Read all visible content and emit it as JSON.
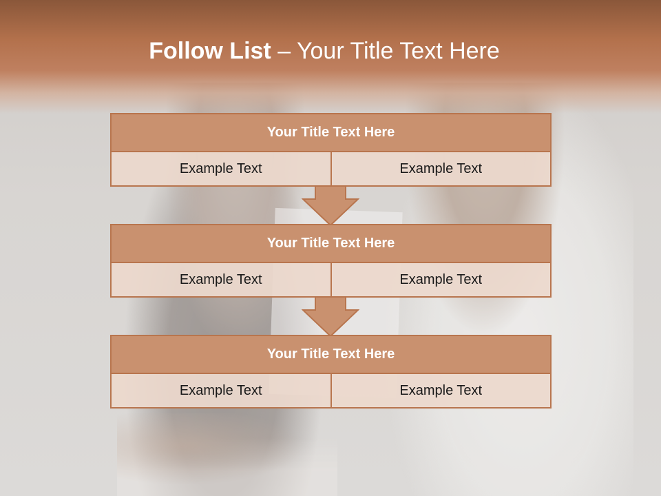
{
  "title": {
    "bold": "Follow List",
    "rest": " – Your Title Text Here"
  },
  "blocks": [
    {
      "title": "Your Title Text Here",
      "left": "Example Text",
      "right": "Example Text"
    },
    {
      "title": "Your Title Text Here",
      "left": "Example Text",
      "right": "Example Text"
    },
    {
      "title": "Your Title Text Here",
      "left": "Example Text",
      "right": "Example Text"
    }
  ],
  "colors": {
    "accent": "#c9916f",
    "border": "#b8754e",
    "cell": "#ecd8cc",
    "header": "#b3714c"
  }
}
